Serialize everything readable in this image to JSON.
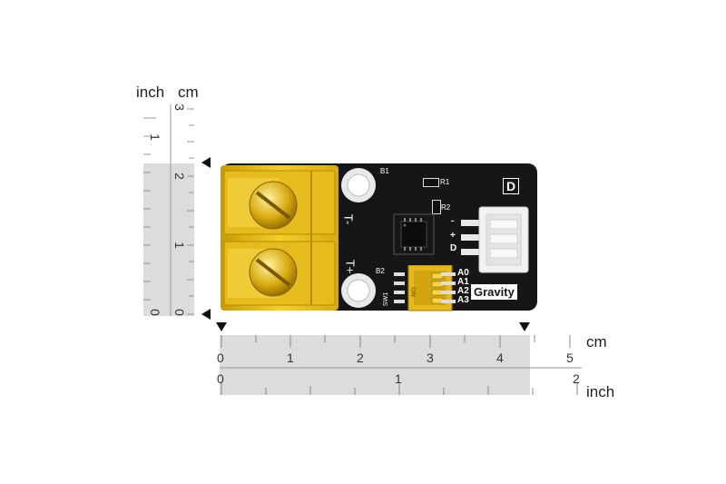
{
  "vertical_ruler": {
    "unit_left": "inch",
    "unit_right": "cm",
    "inch_ticks": [
      "0",
      "1"
    ],
    "cm_ticks": [
      "0",
      "1",
      "2",
      "3"
    ]
  },
  "horizontal_ruler": {
    "unit_top": "cm",
    "unit_bottom": "inch",
    "cm_ticks": [
      "0",
      "1",
      "2",
      "3",
      "4",
      "5"
    ],
    "inch_ticks": [
      "0",
      "1",
      "2"
    ]
  },
  "board": {
    "label_gravity": "Gravity",
    "label_d_box": "D",
    "label_t_minus": "T-",
    "label_t_plus": "T+",
    "label_b1": "B1",
    "label_b2": "B2",
    "label_r1": "R1",
    "label_r2": "R2",
    "label_sw1": "SW1",
    "label_on": "ON",
    "pin_minus": "-",
    "pin_plus": "+",
    "pin_d": "D",
    "address_pins": [
      "A0",
      "A1",
      "A2",
      "A3"
    ],
    "colors": {
      "pcb": "#161616",
      "terminal_yellow": "#e8c21a",
      "connector_white": "#f2f2f2",
      "ruler_highlight": "#d9d9d9"
    }
  }
}
